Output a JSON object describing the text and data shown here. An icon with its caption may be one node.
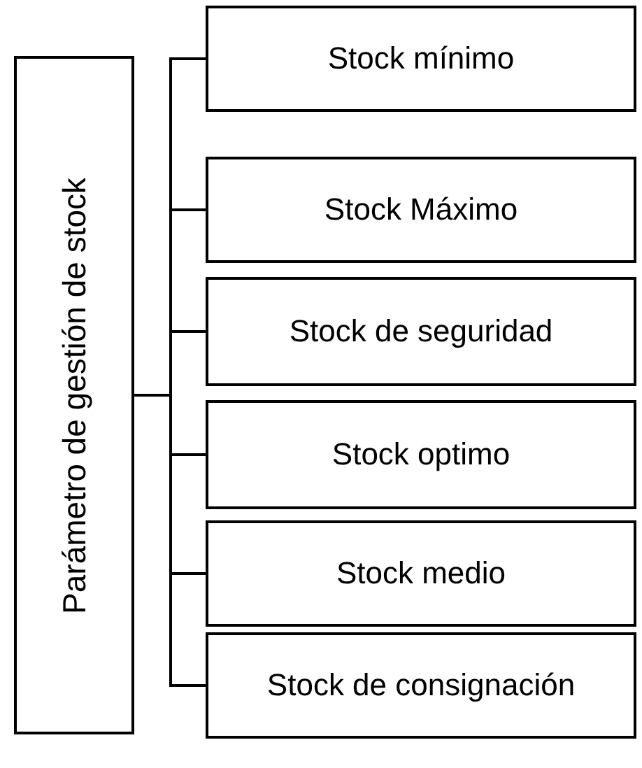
{
  "diagram": {
    "nodes": [
      {
        "text": [
          "Parámetro de gestión de stock"
        ]
      },
      {
        "text": [
          "Stock mínimo"
        ]
      },
      {
        "text": [
          "Stock Máximo"
        ]
      },
      {
        "text": [
          "Stock de seguridad"
        ]
      },
      {
        "text": [
          "Stock optimo"
        ]
      },
      {
        "text": [
          "Stock medio"
        ]
      },
      {
        "text": [
          "Stock de consignación"
        ]
      }
    ],
    "edges": [
      {
        "from": 0,
        "to": 1,
        "arrow": "none"
      },
      {
        "from": 0,
        "to": 2,
        "arrow": "none"
      },
      {
        "from": 0,
        "to": 3,
        "arrow": "none"
      },
      {
        "from": 0,
        "to": 4,
        "arrow": "none"
      },
      {
        "from": 0,
        "to": 5,
        "arrow": "none"
      },
      {
        "from": 0,
        "to": 6,
        "arrow": "none"
      }
    ]
  }
}
